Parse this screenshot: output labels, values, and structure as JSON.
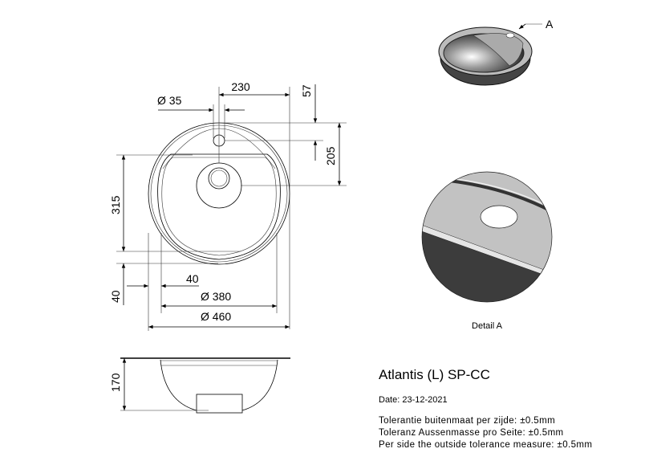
{
  "drawing": {
    "dimensions": {
      "tap_hole_diameter": "Ø 35",
      "tap_offset": "230",
      "tap_from_edge": "57",
      "drain_from_edge": "205",
      "bowl_depth_length": "315",
      "rim_bottom": "40",
      "rim_side": "40",
      "bowl_diameter": "Ø 380",
      "outer_diameter": "Ø 460",
      "height": "170"
    },
    "callout_label": "A",
    "detail_caption": "Detail A"
  },
  "info": {
    "title": "Atlantis (L) SP-CC",
    "date": "Date: 23-12-2021",
    "tolerances": [
      "Tolerantie buitenmaat per zijde: ±0.5mm",
      "Toleranz Aussenmasse pro Seite: ±0.5mm",
      "Per side the outside tolerance measure: ±0.5mm"
    ]
  }
}
